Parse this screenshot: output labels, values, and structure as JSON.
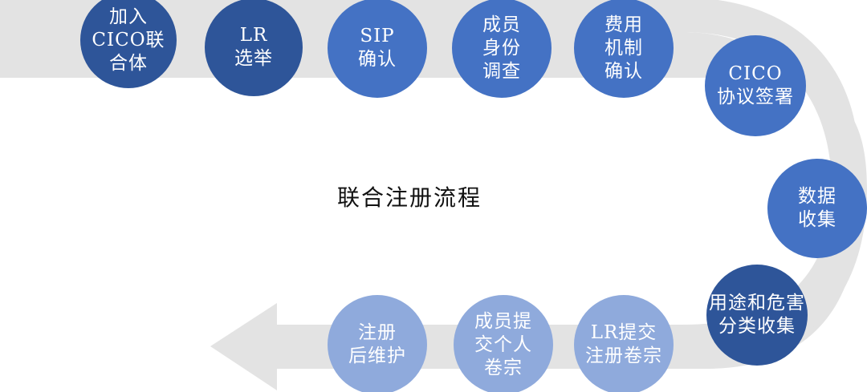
{
  "diagram": {
    "title": "联合注册流程",
    "steps": [
      {
        "label": "加入\nCICO联\n合体"
      },
      {
        "label": "LR\n选举"
      },
      {
        "label": "SIP\n确认"
      },
      {
        "label": "成员\n身份\n调查"
      },
      {
        "label": "费用\n机制\n确认"
      },
      {
        "label": "CICO\n协议签署"
      },
      {
        "label": "数据\n收集"
      },
      {
        "label": "用途和危害\n分类收集"
      },
      {
        "label": "LR提交\n注册卷宗"
      },
      {
        "label": "成员提\n交个人\n卷宗"
      },
      {
        "label": "注册\n后维护"
      }
    ],
    "colors": {
      "dark": "#2e5599",
      "mid": "#4472c4",
      "light": "#8faadc",
      "path": "#e3e3e3"
    }
  }
}
